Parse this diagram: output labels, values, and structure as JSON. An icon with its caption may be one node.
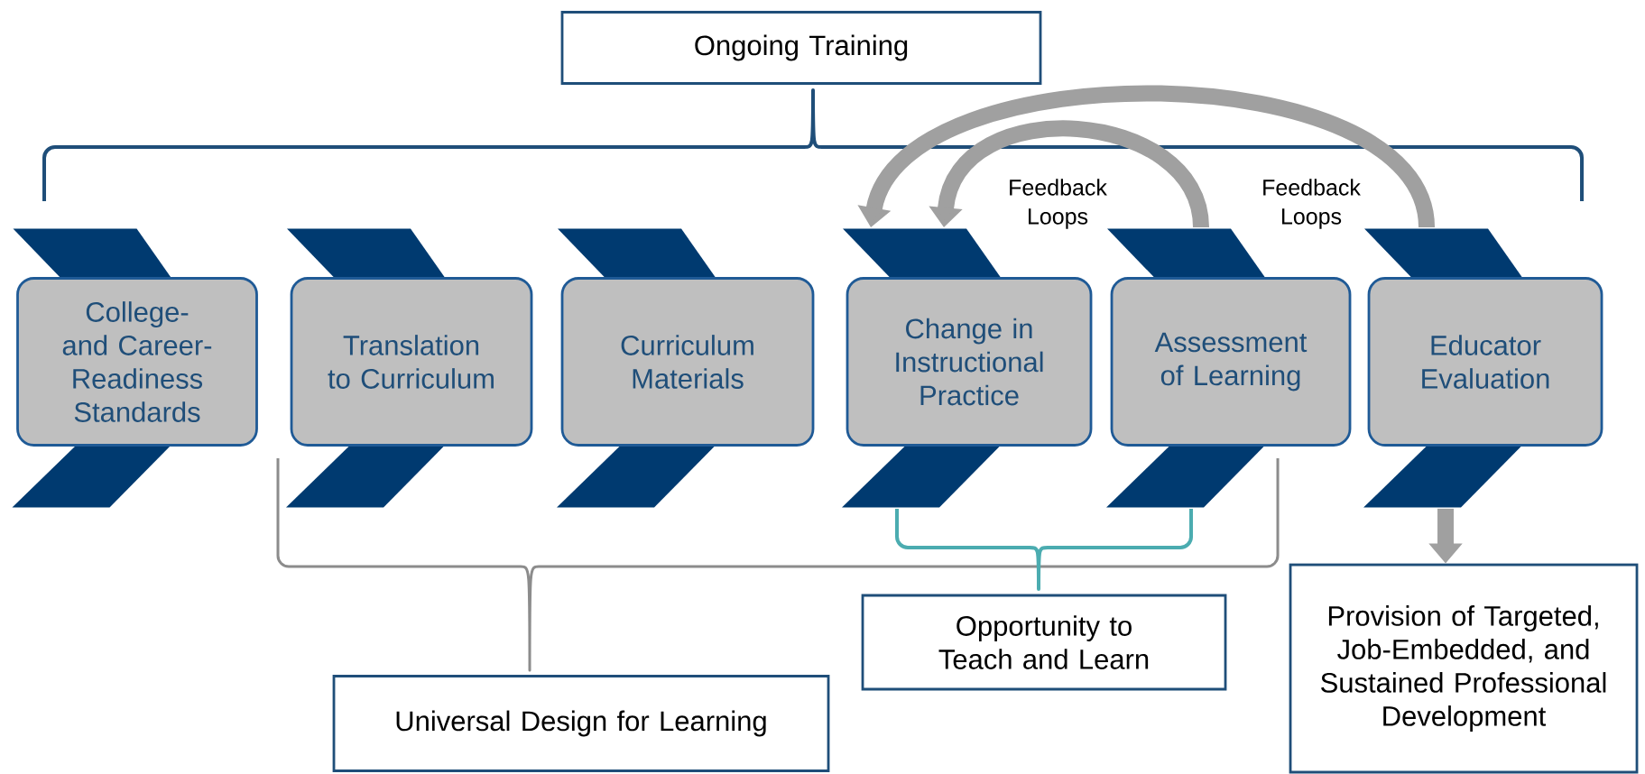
{
  "diagram": {
    "nodes": [
      {
        "text": [
          "Ongoing Training"
        ]
      },
      {
        "text": [
          "College- and Career- Readiness Standards"
        ]
      },
      {
        "text": [
          "Translation to Curriculum"
        ]
      },
      {
        "text": [
          "Curriculum Materials"
        ]
      },
      {
        "text": [
          "Change in Instructional Practice"
        ]
      },
      {
        "text": [
          "Assessment of Learning"
        ]
      },
      {
        "text": [
          "Educator Evaluation"
        ]
      },
      {
        "text": [
          "Opportunity to Teach and Learn"
        ]
      },
      {
        "text": [
          "Universal Design for Learning"
        ]
      },
      {
        "text": [
          "Provision of Targeted, Job-Embedded, and Sustained Professional Development"
        ]
      }
    ],
    "edges": [
      {
        "from": 5,
        "to": 4,
        "arrow": "to",
        "label": "Feedback Loops"
      },
      {
        "from": 6,
        "to": 4,
        "arrow": "to",
        "label": "Feedback Loops"
      },
      {
        "from": 6,
        "to": 9,
        "arrow": "to"
      }
    ]
  }
}
